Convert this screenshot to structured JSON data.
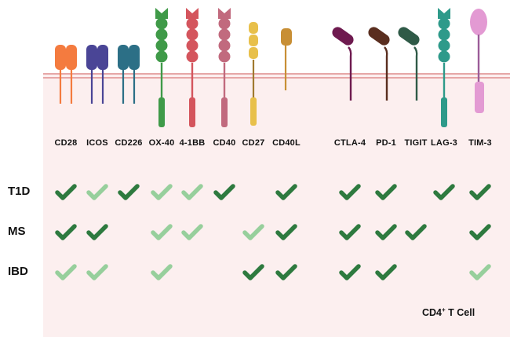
{
  "receptors": [
    {
      "id": "cd28",
      "label": "CD28",
      "color": "#f47b3f",
      "shape": "dimer-pill"
    },
    {
      "id": "icos",
      "label": "ICOS",
      "color": "#4a4596",
      "shape": "dimer-pill"
    },
    {
      "id": "cd226",
      "label": "CD226",
      "color": "#2c6f86",
      "shape": "dimer-pill"
    },
    {
      "id": "ox40",
      "label": "OX-40",
      "color": "#3f9a48",
      "shape": "tall-chain"
    },
    {
      "id": "4-1bb",
      "label": "4-1BB",
      "color": "#d4555d",
      "shape": "tall-chain"
    },
    {
      "id": "cd40",
      "label": "CD40",
      "color": "#c16a7e",
      "shape": "tall-chain"
    },
    {
      "id": "cd27",
      "label": "CD27",
      "color": "#e8c04b",
      "shape": "short-chain"
    },
    {
      "id": "cd40l",
      "label": "CD40L",
      "color": "#c88f35",
      "shape": "single-pill"
    },
    {
      "id": "ctla4",
      "label": "CTLA-4",
      "color": "#6e1a4f",
      "shape": "tilted-pill"
    },
    {
      "id": "pd1",
      "label": "PD-1",
      "color": "#5a2e1f",
      "shape": "tilted-pill"
    },
    {
      "id": "tigit",
      "label": "TIGIT",
      "color": "#2f5a47",
      "shape": "tilted-pill"
    },
    {
      "id": "lag3",
      "label": "LAG-3",
      "color": "#2e9a8a",
      "shape": "tall-chain-ext"
    },
    {
      "id": "tim3",
      "label": "TIM-3",
      "color": "#e39ad3",
      "shape": "balloon"
    }
  ],
  "diseases": [
    {
      "label": "T1D",
      "checks": [
        "dark",
        "light",
        "dark",
        "light",
        "light",
        "dark",
        null,
        "dark",
        "dark",
        "dark",
        null,
        "dark",
        "dark"
      ]
    },
    {
      "label": "MS",
      "checks": [
        "dark",
        "dark",
        null,
        "light",
        "light",
        null,
        "light",
        "dark",
        "dark",
        "dark",
        "dark",
        null,
        "dark"
      ]
    },
    {
      "label": "IBD",
      "checks": [
        "light",
        "light",
        null,
        "light",
        null,
        null,
        "dark",
        "dark",
        "dark",
        "dark",
        null,
        null,
        "light"
      ]
    }
  ],
  "check_colors": {
    "dark": "#2e7a3f",
    "light": "#97cf9c"
  },
  "cell_caption": {
    "prefix": "CD4",
    "sup": "+",
    "suffix": " T Cell"
  }
}
